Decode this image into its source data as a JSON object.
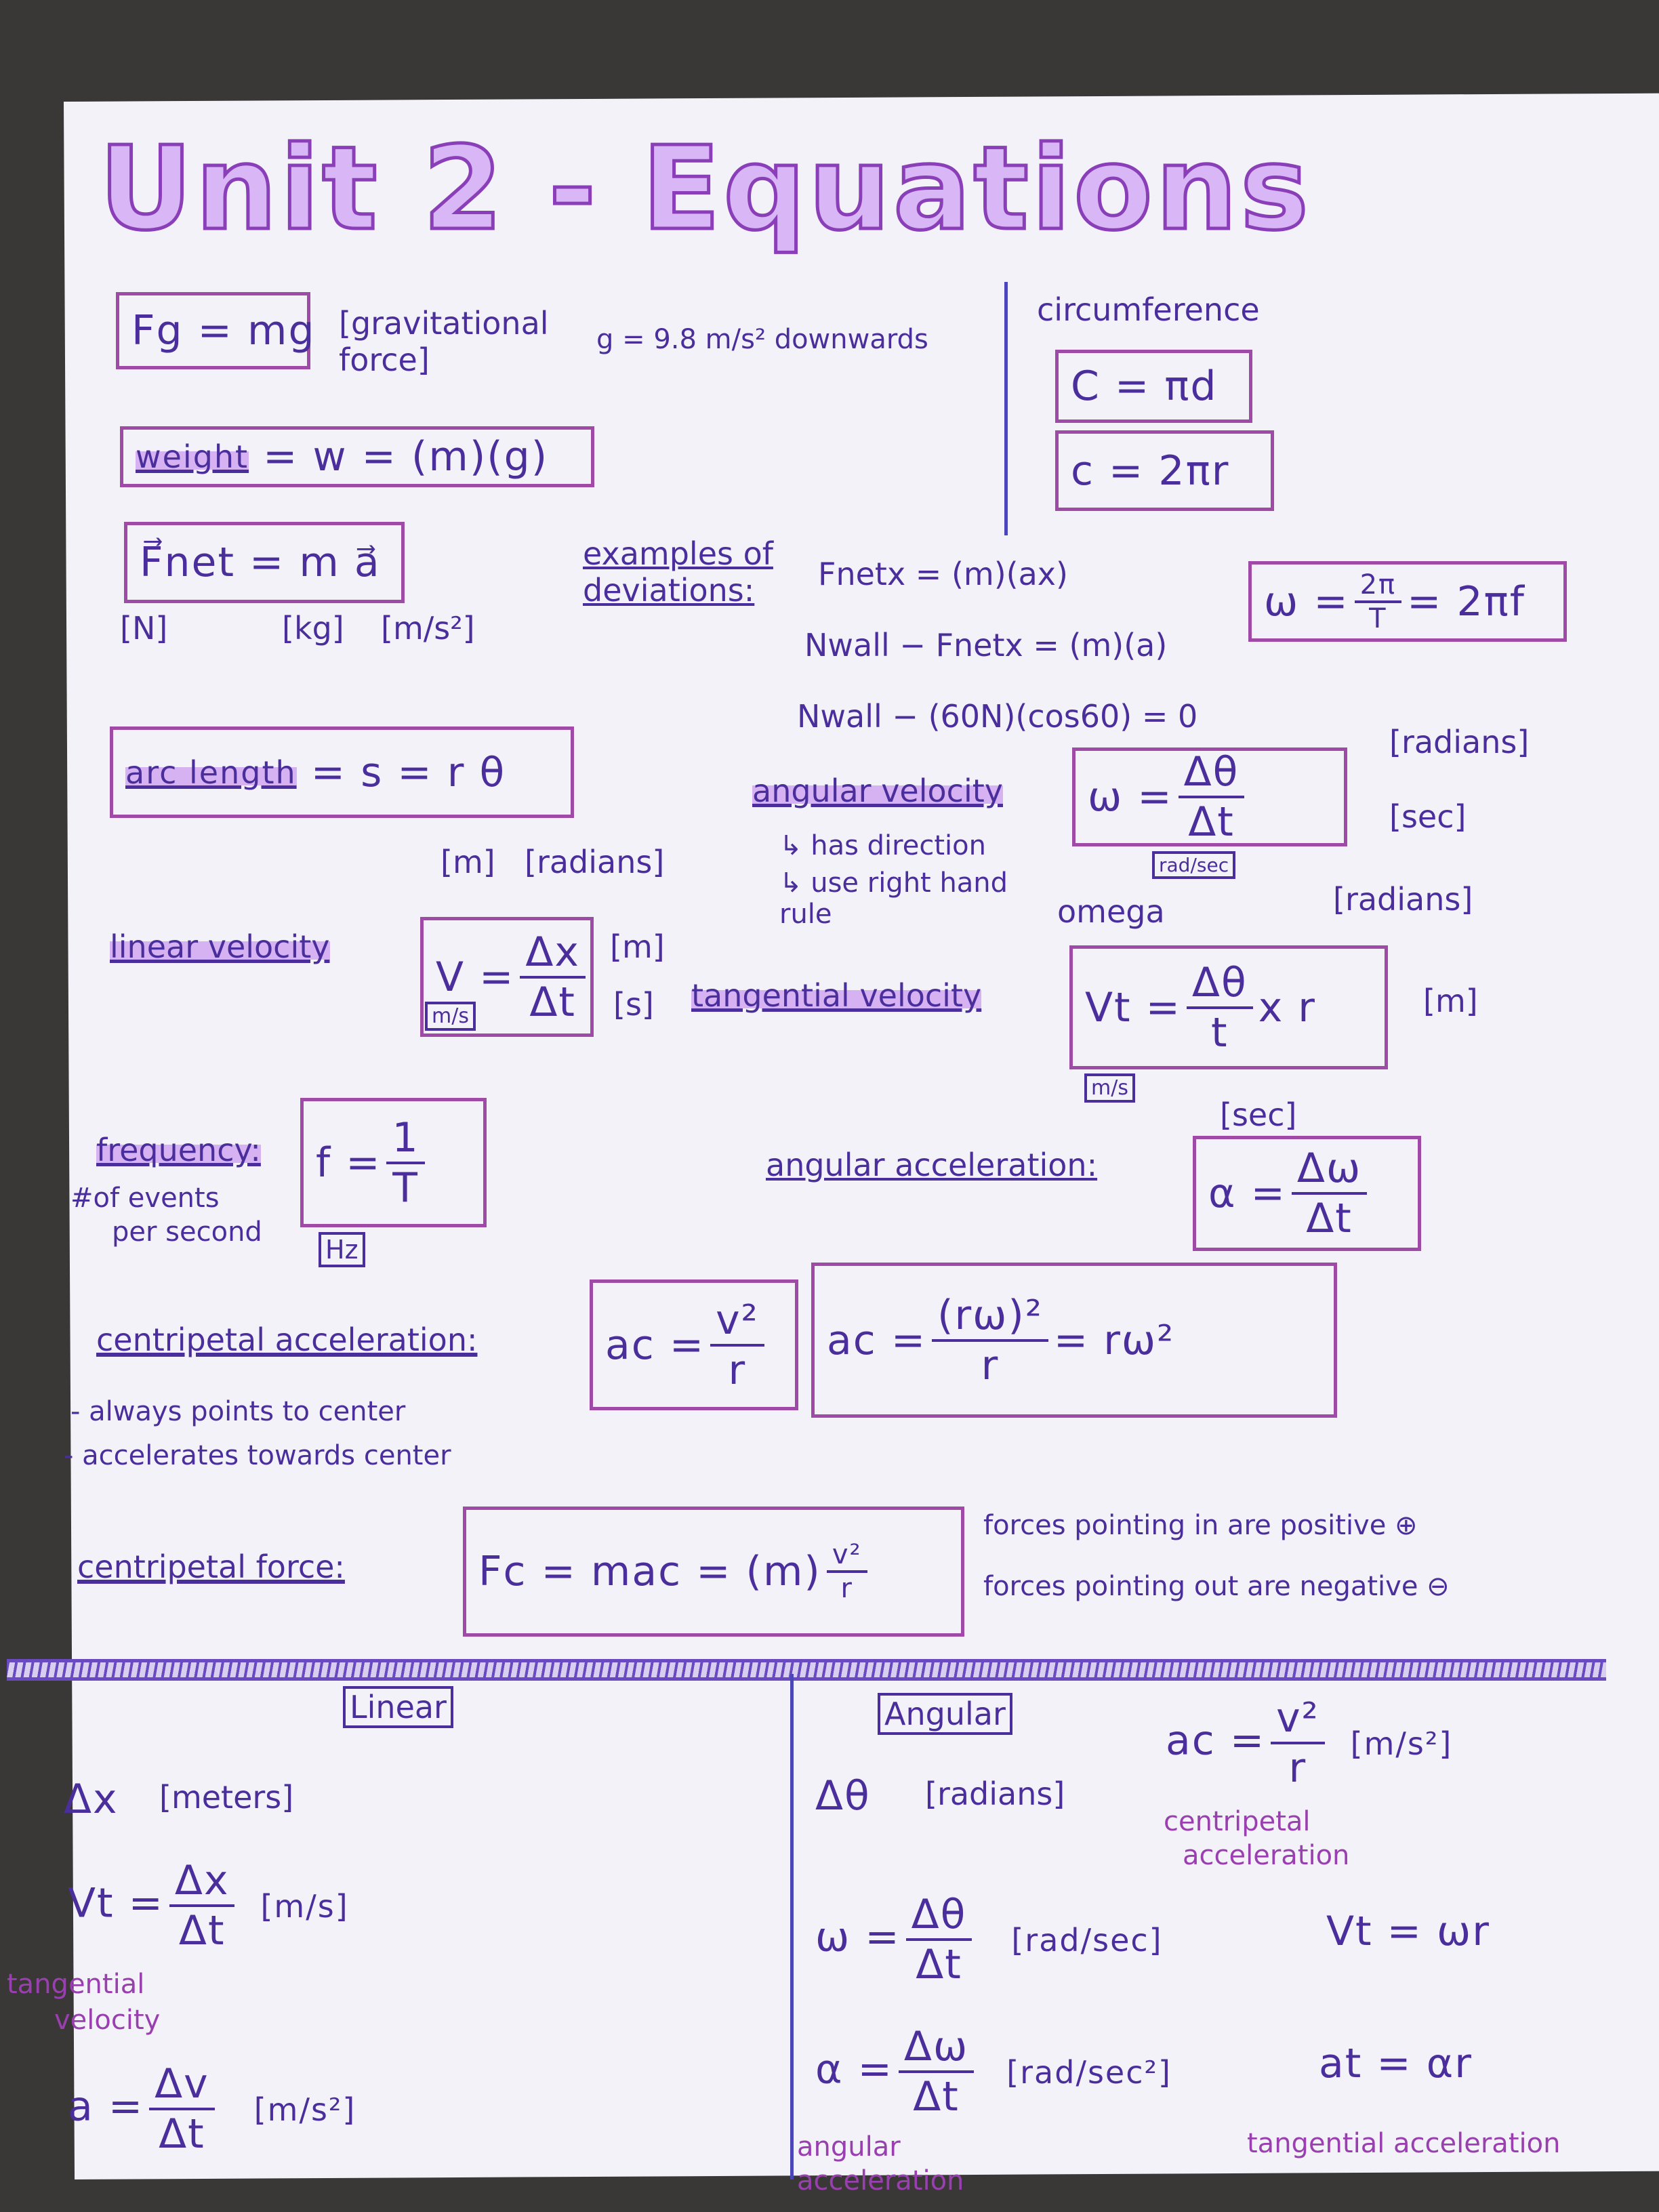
{
  "title": "Unit 2 - Equations",
  "top": {
    "fg_eq": "Fg = mg",
    "fg_label": "[gravitational force]",
    "g_value": "g = 9.8 m/s² downwards",
    "weight_term": "weight",
    "weight_eq": "= w = (m)(g)",
    "fnet_eq": "F⃗net = m a⃗",
    "fnet_units": [
      "[N]",
      "[kg]",
      "[m/s²]"
    ],
    "circumference_label": "circumference",
    "circ_eq1": "C = πd",
    "circ_eq2": "c = 2πr"
  },
  "derivations": {
    "label": "examples of deviations:",
    "lines": [
      "Fnetx = (m)(ax)",
      "Nwall − Fnetx = (m)(a)",
      "Nwall − (60N)(cos60) = 0"
    ]
  },
  "omega_period": {
    "lhs": "ω =",
    "num": "2π",
    "den": "T",
    "rhs": "= 2πf"
  },
  "arc_length": {
    "term": "arc length",
    "eq": "= s = r θ",
    "units": [
      "[m]",
      "[radians]"
    ]
  },
  "angular_velocity": {
    "term": "angular velocity",
    "eq_lhs": "ω =",
    "num": "Δθ",
    "den": "Δt",
    "unit": "rad/sec",
    "num_unit": "[radians]",
    "den_unit": "[sec]",
    "notes": [
      "↳ has direction",
      "↳ use right hand rule"
    ],
    "omega_label": "omega"
  },
  "linear_velocity": {
    "term": "linear velocity",
    "lhs": "V =",
    "num": "Δx",
    "den": "Δt",
    "unit": "m/s",
    "num_unit": "[m]",
    "den_unit": "[s]"
  },
  "tangential_velocity": {
    "term": "tangential velocity",
    "lhs": "Vt =",
    "num": "Δθ",
    "den": "t",
    "rhs": "x r",
    "unit": "m/s",
    "theta_unit": "[radians]",
    "r_unit": "[m]",
    "t_unit": "[sec]"
  },
  "frequency": {
    "term": "frequency:",
    "lhs": "f =",
    "num": "1",
    "den": "T",
    "unit": "Hz",
    "notes": [
      "#of events",
      "per second"
    ]
  },
  "angular_acceleration": {
    "term": "angular acceleration:",
    "lhs": "α =",
    "num": "Δω",
    "den": "Δt"
  },
  "centripetal_acceleration": {
    "term": "centripetal acceleration:",
    "lhs": "ac =",
    "num": "v²",
    "den": "r",
    "notes": [
      "- always points to center",
      "- accelerates towards center"
    ],
    "alt_lhs": "ac =",
    "alt_num": "(rω)²",
    "alt_den": "r",
    "alt_rhs": "= rω²"
  },
  "centripetal_force": {
    "term": "centripetal force:",
    "eq": "Fc = mac = (m)",
    "num": "v²",
    "den": "r",
    "notes": [
      "forces pointing in are positive ⊕",
      "forces pointing out are negative ⊖"
    ]
  },
  "linear": {
    "heading": "Linear",
    "dx": "Δx",
    "dx_unit": "[meters]",
    "vt_lhs": "Vt =",
    "vt_num": "Δx",
    "vt_den": "Δt",
    "vt_unit": "[m/s]",
    "vt_note": [
      "tangential",
      "velocity"
    ],
    "a_lhs": "a =",
    "a_num": "Δv",
    "a_den": "Δt",
    "a_unit": "[m/s²]"
  },
  "angular": {
    "heading": "Angular",
    "dtheta": "Δθ",
    "dtheta_unit": "[radians]",
    "ac_lhs": "ac =",
    "ac_num": "v²",
    "ac_den": "r",
    "ac_unit": "[m/s²]",
    "ac_note": [
      "centripetal",
      "acceleration"
    ],
    "w_lhs": "ω =",
    "w_num": "Δθ",
    "w_den": "Δt",
    "w_unit": "[rad/sec]",
    "vt_eq": "Vt = ωr",
    "al_lhs": "α =",
    "al_num": "Δω",
    "al_den": "Δt",
    "al_unit": "[rad/sec²]",
    "al_note": [
      "angular",
      "acceleration"
    ],
    "at_eq": "at = αr",
    "at_note": "tangential acceleration"
  }
}
